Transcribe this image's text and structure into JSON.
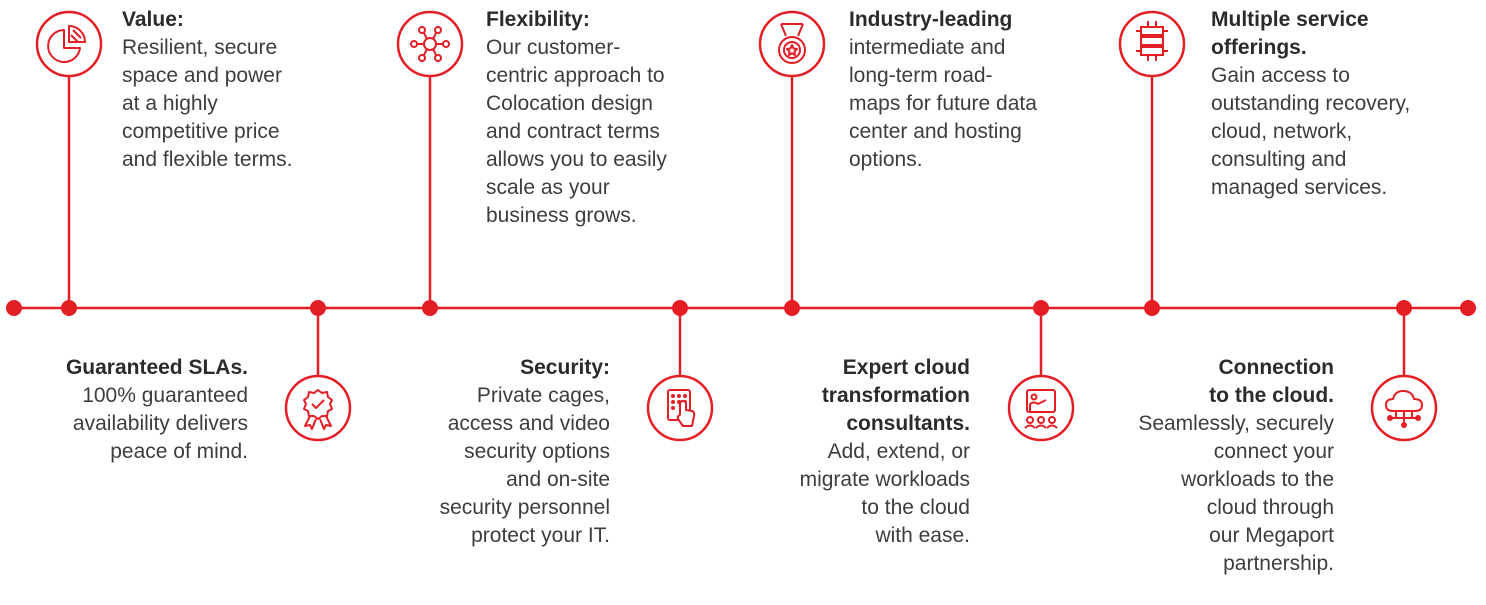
{
  "colors": {
    "accent": "#e31e24",
    "title": "#2b2b2b",
    "body": "#3d3d3d"
  },
  "top_items": [
    {
      "icon": "pie-chart-icon",
      "title_lines": [
        "Value:"
      ],
      "body_lines": [
        "Resilient, secure",
        "space and power",
        "at a highly",
        "competitive price",
        "and flexible terms."
      ]
    },
    {
      "icon": "network-hub-icon",
      "title_lines": [
        "Flexibility:"
      ],
      "body_lines": [
        "Our customer-",
        "centric approach to",
        "Colocation design",
        "and contract terms",
        "allows you to easily",
        "scale as your",
        "business grows."
      ]
    },
    {
      "icon": "medal-icon",
      "title_lines": [
        "Industry-leading"
      ],
      "body_lines": [
        "intermediate and",
        "long-term road-",
        "maps for future data",
        "center and hosting",
        "options."
      ]
    },
    {
      "icon": "server-rack-icon",
      "title_lines": [
        "Multiple service",
        "offerings."
      ],
      "body_lines": [
        "Gain access to",
        "outstanding recovery,",
        "cloud, network,",
        "consulting and",
        "managed services."
      ]
    }
  ],
  "bottom_items": [
    {
      "icon": "award-badge-icon",
      "title_lines": [
        "Guaranteed SLAs."
      ],
      "body_lines": [
        "100% guaranteed",
        "availability delivers",
        "peace of mind."
      ]
    },
    {
      "icon": "keypad-touch-icon",
      "title_lines": [
        "Security:"
      ],
      "body_lines": [
        "Private cages,",
        "access and video",
        "security options",
        "and on-site",
        "security personnel",
        "protect your IT."
      ]
    },
    {
      "icon": "presenter-team-icon",
      "title_lines": [
        "Expert cloud",
        "transformation",
        "consultants."
      ],
      "body_lines": [
        "Add, extend, or",
        "migrate workloads",
        "to the cloud",
        "with ease."
      ]
    },
    {
      "icon": "cloud-network-icon",
      "title_lines": [
        "Connection",
        "to the cloud."
      ],
      "body_lines": [
        "Seamlessly, securely",
        "connect your",
        "workloads to the",
        "cloud through",
        "our Megaport",
        "partnership."
      ]
    }
  ]
}
